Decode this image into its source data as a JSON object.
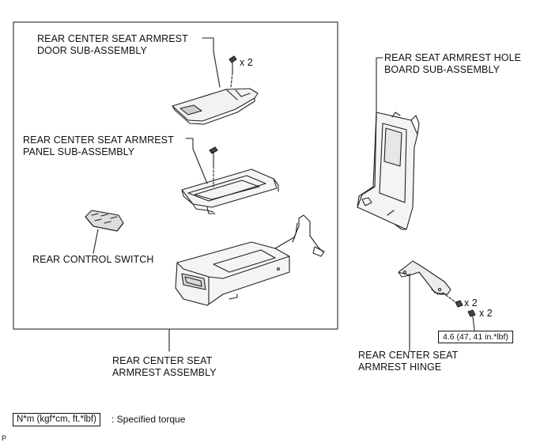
{
  "labels": {
    "door_line1": "REAR CENTER SEAT ARMREST",
    "door_line2": "DOOR SUB-ASSEMBLY",
    "panel_line1": "REAR CENTER SEAT ARMREST",
    "panel_line2": "PANEL SUB-ASSEMBLY",
    "switch": "REAR CONTROL SWITCH",
    "assembly_line1": "REAR CENTER SEAT",
    "assembly_line2": "ARMREST ASSEMBLY",
    "hole_board_line1": "REAR SEAT ARMREST HOLE",
    "hole_board_line2": "BOARD SUB-ASSEMBLY",
    "hinge_line1": "REAR CENTER SEAT",
    "hinge_line2": "ARMREST HINGE"
  },
  "quantities": {
    "door_screws": "x 2",
    "hinge_bolts_upper": "x 2",
    "hinge_bolts_lower": "x 2"
  },
  "torque": {
    "hinge": "4.6 (47, 41 in.*lbf)"
  },
  "legend": {
    "unit_box": "N*m (kgf*cm, ft.*lbf)",
    "meaning": ": Specified torque"
  },
  "page_mark": "P"
}
